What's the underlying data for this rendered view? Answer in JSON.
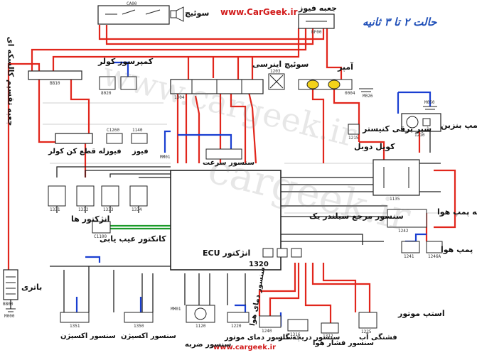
{
  "header": {
    "title": "حالت ۲ تا ۳ ثانیه",
    "site": "www.CarGeek.ir",
    "footer_site": "www.cargeek.ir"
  },
  "watermark": {
    "top": "www.cargeek.ir",
    "center": "cargeek.ir"
  },
  "ecu": {
    "label": "انژکتور ECU",
    "code": "1320"
  },
  "labels": {
    "fuse_box": "جعبه فیوز",
    "distribution_box": "جعبه تقسیم کالسکه ای",
    "cooler_compressor": "کمپرسور کولر",
    "inertia_switch": "سوئیچ اینرسی",
    "ammeter": "آمپر",
    "fuel_pump": "پمپ بنزین",
    "canister_valve": "شیر برقی کنیستر",
    "cooler_cut_relay": "رله قطع کن کولر",
    "fuse1": "فیوز",
    "fuse2": "فیوز",
    "speed_sensor": "سنسور سرعت",
    "dual_coil": "کویل دوبل",
    "injectors": "انژکتور ها",
    "cylinder_ref_sensor": "سنسور مرجع سیلندر یک",
    "air_pump_relay": "رله پمپ هوا",
    "air_pump": "پمپ هوا",
    "diag_connector": "کانکتور عیب یابی",
    "battery": "باتری",
    "stepper_motor": "استپ موتور",
    "oxygen_sensor_1": "سنسور اکسیژن",
    "oxygen_sensor_2": "سنسور اکسیژن",
    "knock_sensor": "سنسور ضربه",
    "coolant_temp_sensor": "سنسور دمای موتور",
    "air_temp_sensor": "سنسور دمای هوا",
    "throttle_sensor": "سنسور دریچه گاز",
    "map_sensor": "سنسور فشار هوا",
    "coolant_temp_sw": "فشنگی آب",
    "ignition_switch": "سوئیچ"
  },
  "codes": {
    "top_switch": "CA00",
    "fuse_box": "BF00",
    "distribution": "BB10",
    "compressor": "8020",
    "inertia": "1203",
    "relay_row": "1304",
    "ammeter": "0004",
    "m026": "M026",
    "m050": "M050",
    "pump": "1210",
    "canister": "1215",
    "coil": "1135",
    "ref_sensor": "1242",
    "air_pump_relay": "1241",
    "air_pump": "1246A",
    "diag": "C1100",
    "battery": "BB00",
    "m000": "M000",
    "m001": "MM01",
    "m001b": "MM01",
    "injector1": "1331",
    "injector2": "1332",
    "injector3": "1333",
    "injector4": "1334",
    "fuse_f1": "C1260",
    "fuse_f2": "1140",
    "oxy1": "1351",
    "oxy2": "1350",
    "knock": "1120",
    "coolant": "1220",
    "air_temp": "1240",
    "throttle": "1316",
    "map": "1312",
    "stepper": "1225"
  },
  "colors": {
    "red_wire": "#e1261c",
    "blue_wire": "#1a3fd1",
    "green_wire": "#1c9b2b",
    "black_wire": "#222222",
    "title_blue": "#1f4fb8",
    "yellow_fuse": "#f3d21a"
  }
}
